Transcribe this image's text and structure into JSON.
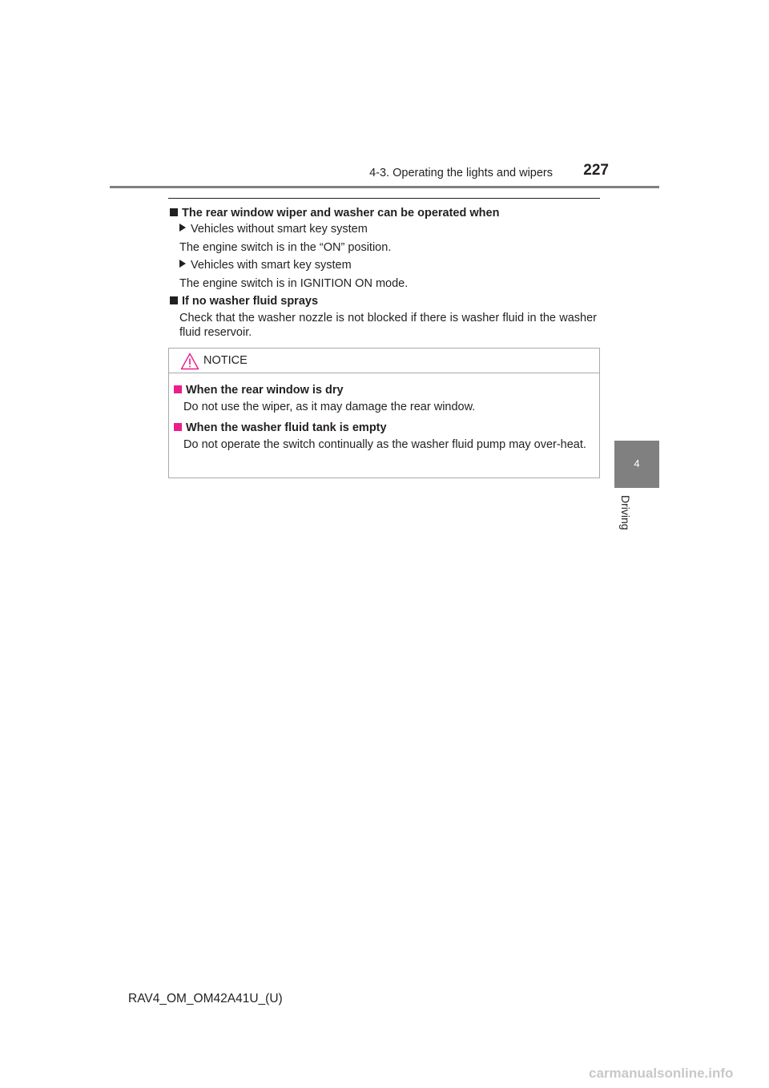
{
  "header": {
    "section_title": "4-3. Operating the lights and wipers",
    "page_number": "227"
  },
  "side_tab": {
    "chapter_number": "4",
    "chapter_label": "Driving"
  },
  "sections": {
    "rear_wiper": {
      "heading": "The rear window wiper and washer can be operated when",
      "variant1": "Vehicles without smart key system",
      "variant1_text": "The engine switch is in the “ON” position.",
      "variant2": "Vehicles with smart key system",
      "variant2_text": "The engine switch is in IGNITION ON mode."
    },
    "no_fluid": {
      "heading": "If no washer fluid sprays",
      "text": "Check that the washer nozzle is not blocked if there is washer fluid in the washer fluid reservoir."
    }
  },
  "notice": {
    "label": "NOTICE",
    "item1_heading": "When the rear window is dry",
    "item1_text": "Do not use the wiper, as it may damage the rear window.",
    "item2_heading": "When the washer fluid tank is empty",
    "item2_text": "Do not operate the switch continually as the washer fluid pump may over-heat."
  },
  "footer": {
    "document_id": "RAV4_OM_OM42A41U_(U)",
    "watermark": "carmanualsonline.info"
  },
  "colors": {
    "text": "#231f20",
    "tab_gray": "#808080",
    "notice_bullet": "#ec1e8c",
    "warning_icon": "#ec1e8c"
  }
}
